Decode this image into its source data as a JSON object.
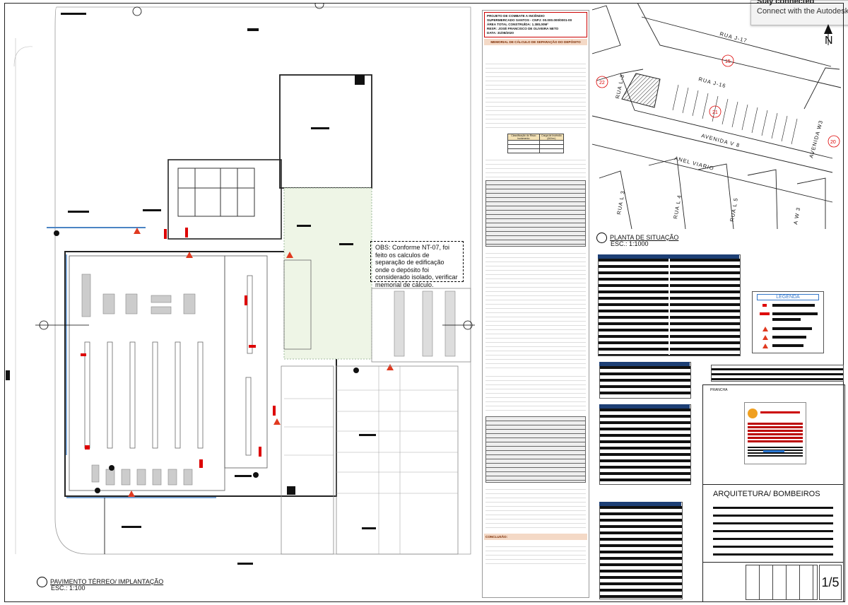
{
  "popup": {
    "title": "Stay connected",
    "message": "Connect with the Autodesk"
  },
  "north_label": "N",
  "obs_note": "OBS: Conforme NT-07, foi feito os calculos de separação de edificação onde o depósito foi considerado isolado, verificar memorial de cálculo.",
  "plan_labels": {
    "ground": {
      "title": "PAVIMENTO TÉRREO/ IMPLANTAÇÃO",
      "scale": "ESC.: 1:100"
    },
    "situation": {
      "title": "PLANTA DE SITUAÇÃO",
      "scale": "ESC.: 1:1000"
    }
  },
  "streets": [
    "RUA J-17",
    "RUA J-16",
    "RUA L-3",
    "AVENIDA V 8",
    "ANEL VIARIO",
    "AVENIDA W3",
    "RUA L 3",
    "RUA L 4",
    "RUA L 5",
    "A W 3"
  ],
  "lot_numbers": [
    "15",
    "22",
    "21",
    "20"
  ],
  "memo": {
    "header_lines": [
      "PROJETO DE COMBATE A INCÊNDIO",
      "SUPERMERCADO SANTOS - CNPJ: 00.000.000/0001-00",
      "ÁREA TOTAL CONSTRUÍDA: 1.380,00M²",
      "RESP.: JOSÉ FRANCISCO DE OLIVEIRA NETO",
      "DATA: 31/08/2020"
    ],
    "section_title": "MEMORIAL DE CÁLCULO DE SEPARAÇÃO DO DEPÓSITO",
    "conclusion_title": "CONCLUSÃO:",
    "table_header_left": "Classificação do Risco Isolamento",
    "table_header_right": "Carga de Incêndio (MJ/m²)"
  },
  "legend": {
    "title": "LEGENDA"
  },
  "title_block": {
    "discipline": "ARQUITETURA/ BOMBEIROS",
    "sheet": "1/5",
    "prancha": "PRANCHA"
  }
}
